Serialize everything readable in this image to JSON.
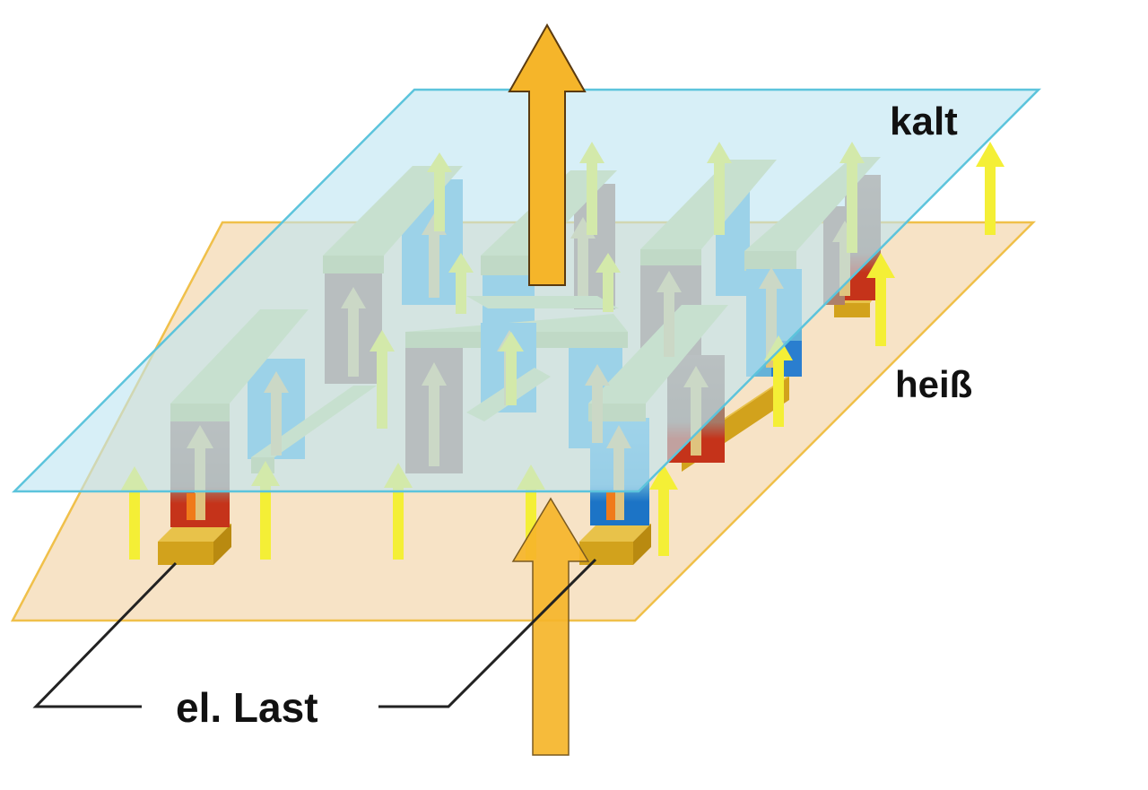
{
  "labels": {
    "cold_side": "kalt",
    "hot_side": "heiß",
    "load": "el. Last"
  },
  "colors": {
    "cold_plate_fill": "#cdeaf3",
    "cold_plate_edge": "#5cc4dc",
    "hot_plate_fill": "#f7e3c6",
    "hot_plate_edge": "#f0c04a",
    "bridge_top": "#d6d896",
    "bridge_front": "#c3c57e",
    "p_leg": "#ad7f6c",
    "n_leg": "#65b2d8",
    "hot_end_p": "#c9361a",
    "hot_end_n": "#1e78c8",
    "contact_pad": "#d9a820",
    "heat_arrow": "#f5b52a",
    "small_arrow": "#f4ef36",
    "leg_arrow": "#dfc37e",
    "leader_line": "#222222"
  },
  "icons": {
    "heat_out": "up-arrow-icon",
    "heat_in": "up-arrow-icon"
  }
}
